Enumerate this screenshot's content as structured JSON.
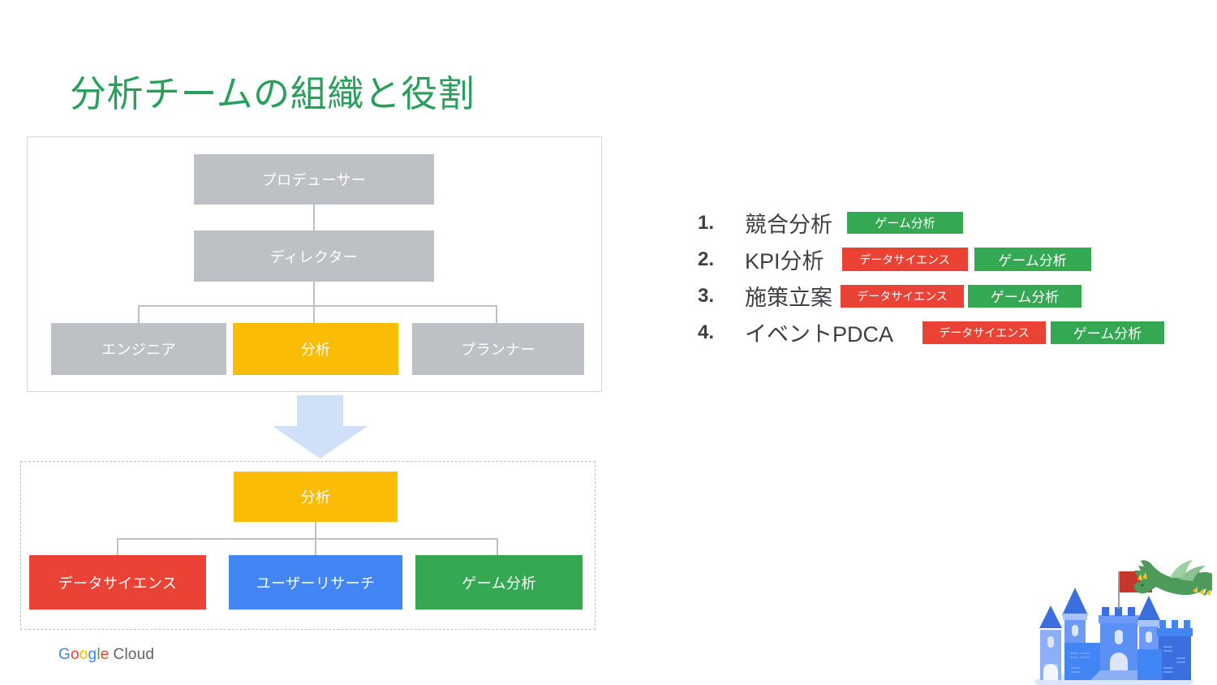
{
  "slide": {
    "title": "分析チームの組織と役割",
    "title_color": "#28A05C",
    "background": "#ffffff"
  },
  "palette": {
    "gray": "#BDC1C6",
    "yellow": "#FBBC05",
    "red": "#EA4335",
    "blue": "#4285F4",
    "green": "#34A853",
    "arrow_blue": "#CFE0F8",
    "text_dark": "#3C4043",
    "border_gray": "#D4D7DB"
  },
  "org_top": {
    "panel_border_style": "solid",
    "producer": "プロデューサー",
    "director": "ディレクター",
    "engineer": "エンジニア",
    "analysis": "分析",
    "planner": "プランナー"
  },
  "flow": {
    "arrow_direction": "down",
    "arrow_color": "#CFE0F8"
  },
  "org_bottom": {
    "panel_border_style": "dashed",
    "analysis": "分析",
    "data_science": "データサイエンス",
    "user_research": "ユーザーリサーチ",
    "game_analysis": "ゲーム分析"
  },
  "tasks": [
    {
      "number": "1.",
      "label": "競合分析",
      "tags": [
        {
          "text": "ゲーム分析",
          "color": "green"
        }
      ]
    },
    {
      "number": "2.",
      "label": "KPI分析",
      "tags": [
        {
          "text": "データサイエンス",
          "color": "red"
        },
        {
          "text": "ゲーム分析",
          "color": "green"
        }
      ]
    },
    {
      "number": "3.",
      "label": "施策立案",
      "tags": [
        {
          "text": "データサイエンス",
          "color": "red"
        },
        {
          "text": "ゲーム分析",
          "color": "green"
        }
      ]
    },
    {
      "number": "4.",
      "label": "イベントPDCA",
      "tags": [
        {
          "text": "データサイエンス",
          "color": "red"
        },
        {
          "text": "ゲーム分析",
          "color": "green"
        }
      ]
    }
  ],
  "logo": {
    "g": "G",
    "o1": "o",
    "o2": "o",
    "g2": "g",
    "l": "l",
    "e": "e",
    "cloud": "Cloud"
  },
  "artwork": {
    "name": "castle-and-dragon-illustration",
    "castle_color": "#4285F4",
    "flag_color": "#C5372C",
    "dragon_color": "#4E9A5B"
  }
}
